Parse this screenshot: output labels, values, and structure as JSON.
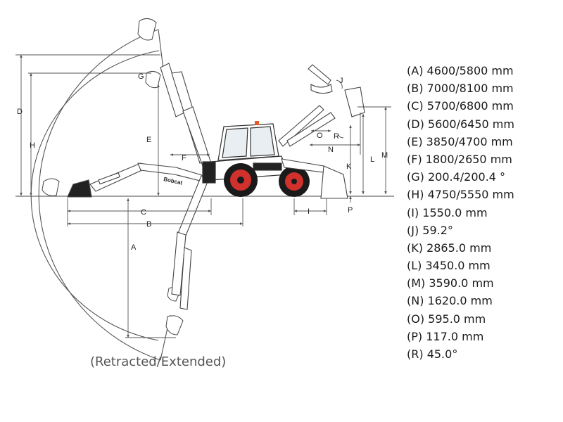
{
  "brand": "Bobcat",
  "caption": "(Retracted/Extended)",
  "labels": {
    "A": "A",
    "B": "B",
    "C": "C",
    "D": "D",
    "E": "E",
    "F": "F",
    "G": "G",
    "H": "H",
    "I": "I",
    "J": "J",
    "K": "K",
    "L": "L",
    "M": "M",
    "N": "N",
    "O": "O",
    "P": "P",
    "R": "R"
  },
  "specs": [
    "(A) 4600/5800 mm",
    "(B) 7000/8100 mm",
    "(C) 5700/6800 mm",
    "(D) 5600/6450 mm",
    "(E) 3850/4700 mm",
    "(F) 1800/2650 mm",
    "(G) 200.4/200.4 °",
    "(H) 4750/5550 mm",
    "(I) 1550.0 mm",
    "(J) 59.2°",
    "(K) 2865.0 mm",
    "(L) 3450.0 mm",
    "(M) 3590.0 mm",
    "(N) 1620.0 mm",
    "(O) 595.0 mm",
    "(P) 117.0 mm",
    "(R) 45.0°"
  ],
  "colors": {
    "line": "#444444",
    "wheel_red": "#d0312d",
    "tire": "#1a1a1a",
    "dim": "#555555"
  }
}
